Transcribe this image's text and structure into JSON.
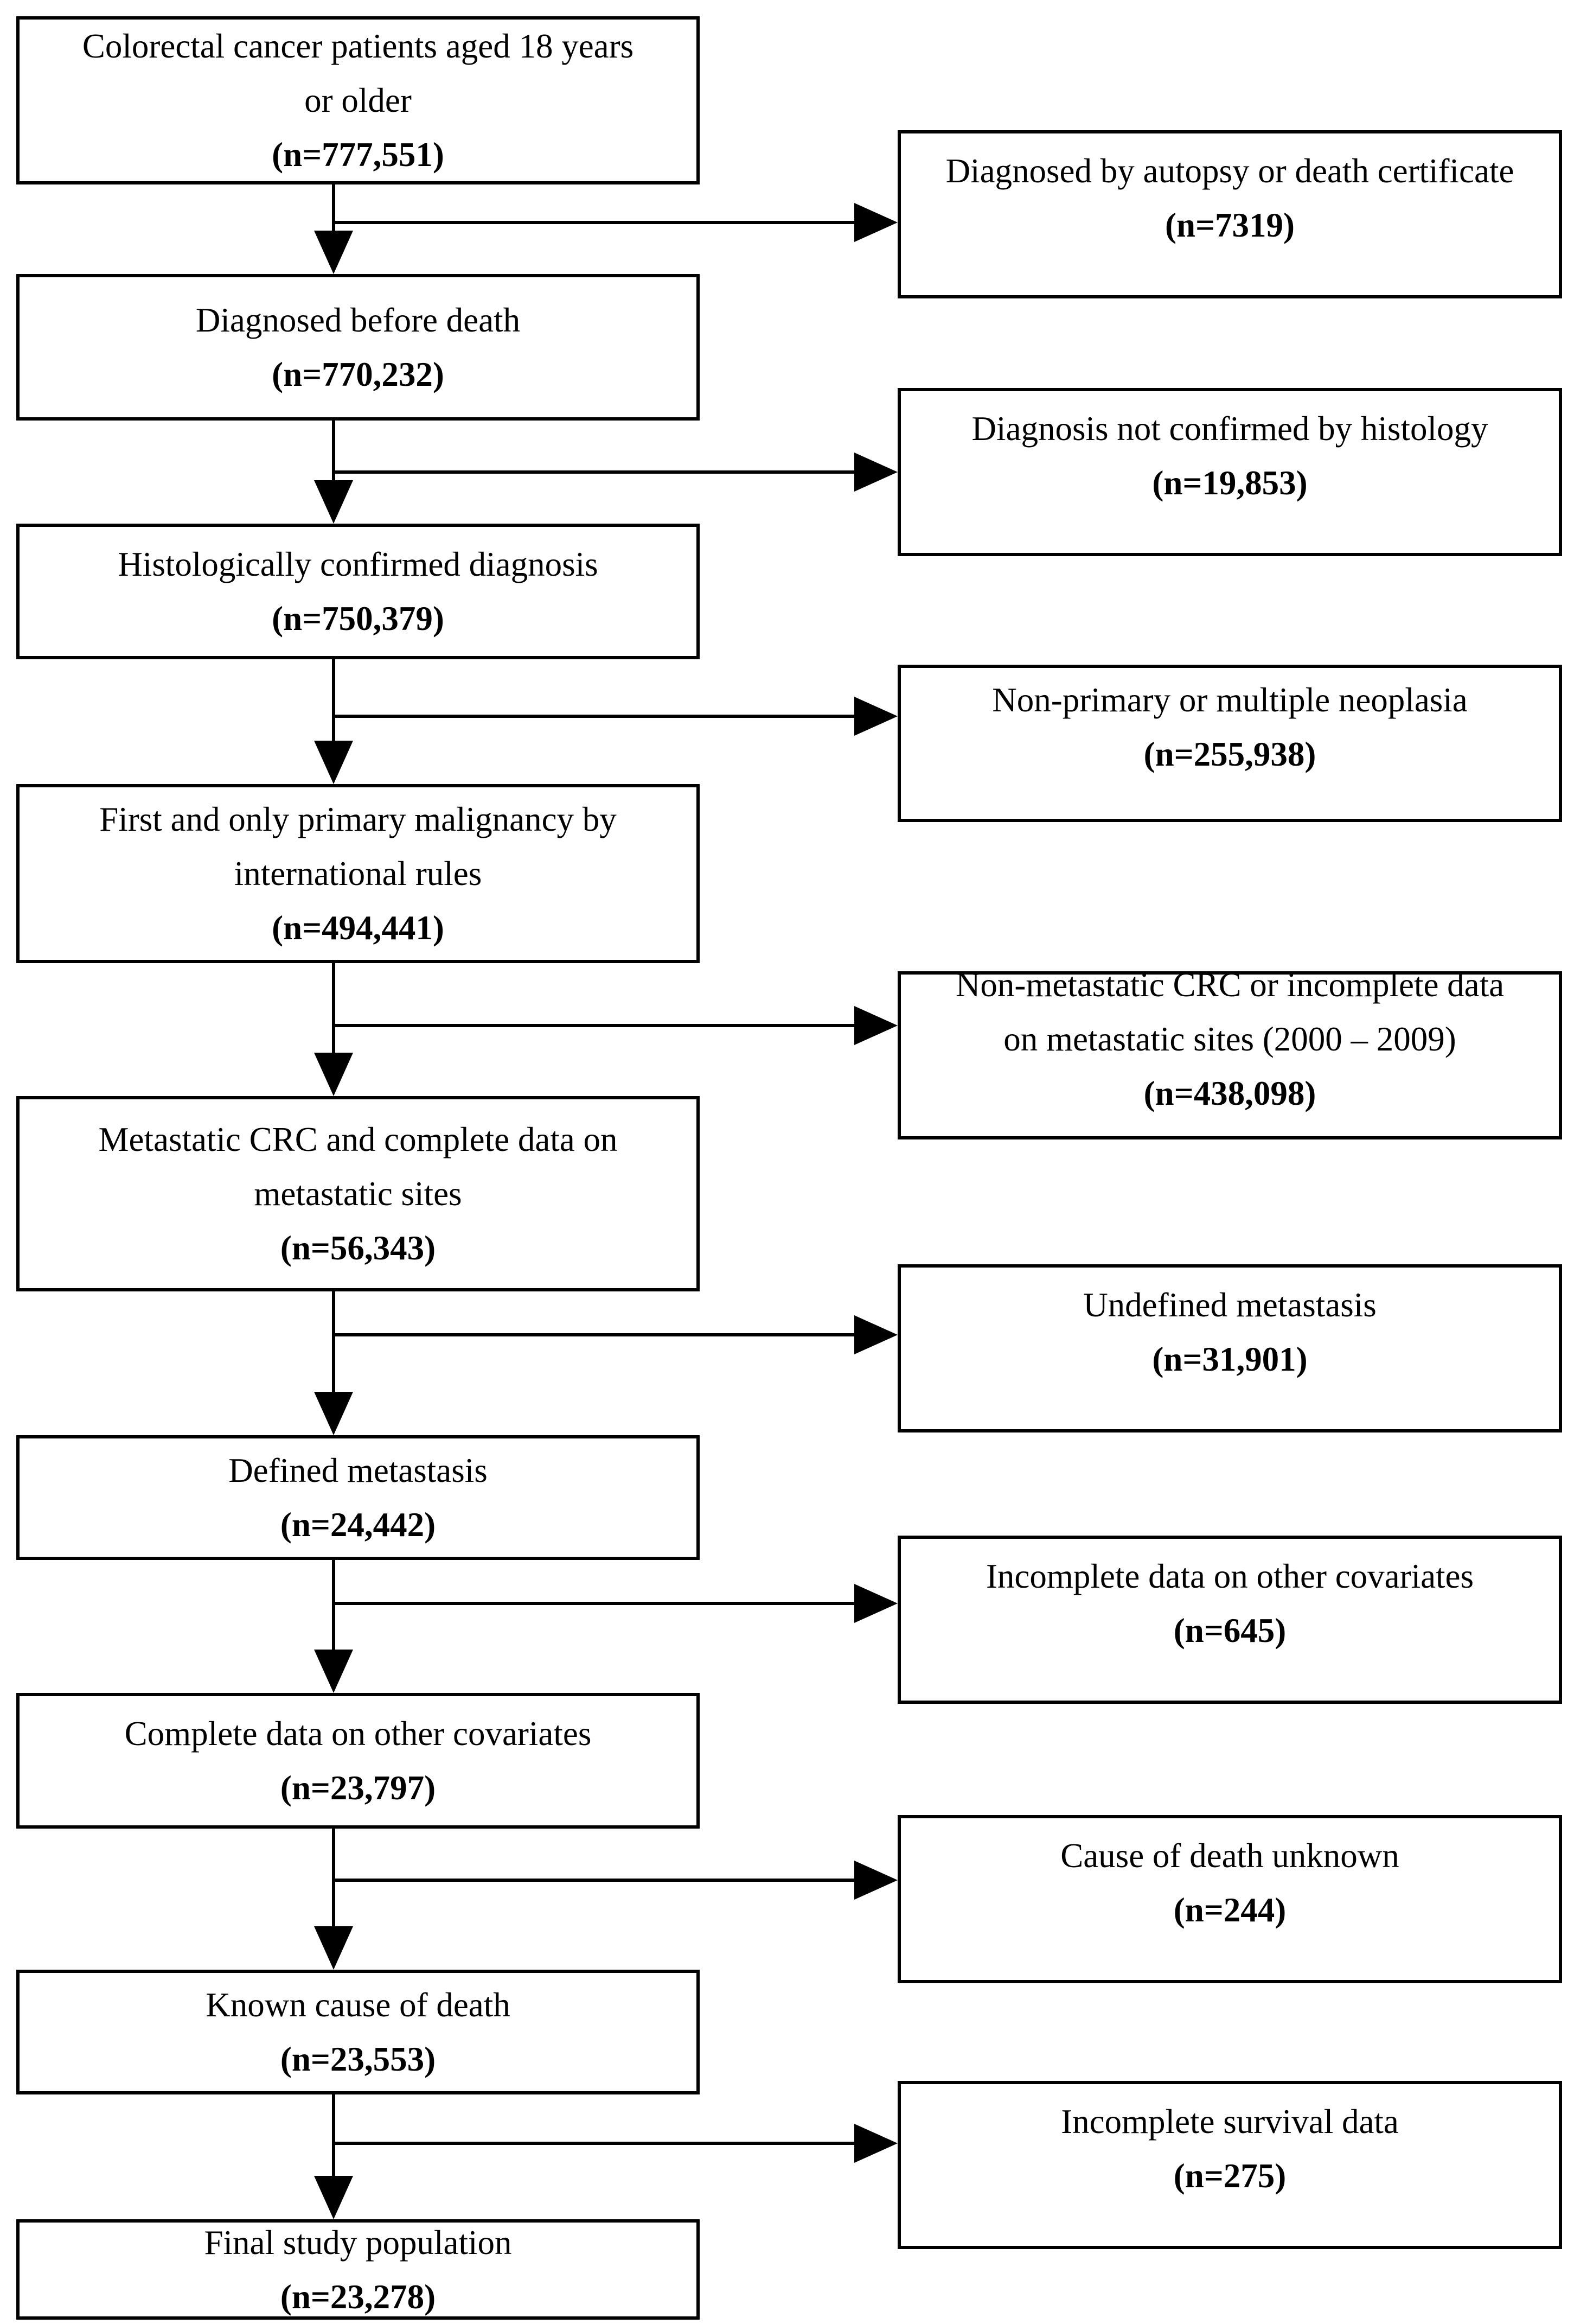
{
  "diagram": {
    "type": "study-flowchart",
    "background_color": "#ffffff",
    "line_color": "#000000",
    "main_boxes": [
      {
        "line1": "Colorectal cancer patients aged 18 years",
        "line2": "or older",
        "n": "(n=777,551)"
      },
      {
        "line1": "Diagnosed before death",
        "n": "(n=770,232)"
      },
      {
        "line1": "Histologically confirmed diagnosis",
        "n": "(n=750,379)"
      },
      {
        "line1": "First and only primary malignancy by",
        "line2": "international rules",
        "n": "(n=494,441)"
      },
      {
        "line1": "Metastatic CRC and complete data on",
        "line2": "metastatic sites",
        "n": "(n=56,343)"
      },
      {
        "line1": "Defined metastasis",
        "n": "(n=24,442)"
      },
      {
        "line1": "Complete data on other covariates",
        "n": "(n=23,797)"
      },
      {
        "line1": "Known cause of death",
        "n": "(n=23,553)"
      },
      {
        "line1": "Final study population",
        "n": "(n=23,278)"
      }
    ],
    "exclusion_boxes": [
      {
        "line1": "Diagnosed by autopsy or death certificate",
        "n": "(n=7319)"
      },
      {
        "line1": "Diagnosis not confirmed by histology",
        "n": "(n=19,853)"
      },
      {
        "line1": "Non-primary or multiple neoplasia",
        "n": "(n=255,938)"
      },
      {
        "line1": "Non-metastatic CRC or incomplete data",
        "line2": "on metastatic sites (2000 – 2009)",
        "n": "(n=438,098)"
      },
      {
        "line1": "Undefined metastasis",
        "n": "(n=31,901)"
      },
      {
        "line1": "Incomplete data on other covariates",
        "n": "(n=645)"
      },
      {
        "line1": "Cause of death unknown",
        "n": "(n=244)"
      },
      {
        "line1": "Incomplete survival data",
        "n": "(n=275)"
      }
    ]
  }
}
